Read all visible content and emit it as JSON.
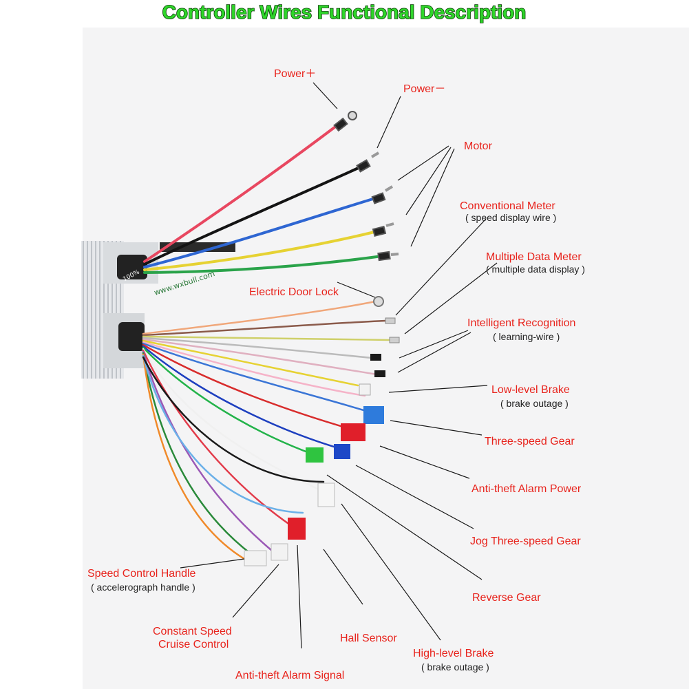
{
  "title": "Controller Wires Functional Description",
  "colors": {
    "title_fill": "#2fd52a",
    "title_stroke": "#0a3a06",
    "label": "#e8231c",
    "sublabel": "#222222",
    "pointer": "#1a1a1a"
  },
  "labels": {
    "power_plus": "Power＋",
    "power_minus": "Power－",
    "motor": "Motor",
    "conventional_meter": "Conventional Meter",
    "conventional_meter_sub": "( speed display wire )",
    "multiple_data_meter": "Multiple Data Meter",
    "multiple_data_meter_sub": "( multiple data display )",
    "electric_door_lock": "Electric Door Lock",
    "intelligent_recognition": "Intelligent  Recognition",
    "intelligent_recognition_sub": "( learning-wire )",
    "low_level_brake": "Low-level Brake",
    "low_level_brake_sub": "( brake outage )",
    "three_speed_gear": "Three-speed Gear",
    "anti_theft_alarm_power": "Anti-theft Alarm Power",
    "jog_three_speed_gear": "Jog Three-speed Gear",
    "reverse_gear": "Reverse  Gear",
    "speed_control_handle": "Speed Control Handle",
    "speed_control_handle_sub": "( accelerograph handle )",
    "constant_speed_1": "Constant Speed",
    "constant_speed_2": "Cruise Control",
    "hall_sensor": "Hall Sensor",
    "high_level_brake": "High-level Brake",
    "high_level_brake_sub": "( brake outage )",
    "anti_theft_alarm_signal": "Anti-theft Alarm Signal"
  },
  "controller_marks": {
    "mark_1": "100%",
    "mark_2": "www.wxbull.com"
  }
}
